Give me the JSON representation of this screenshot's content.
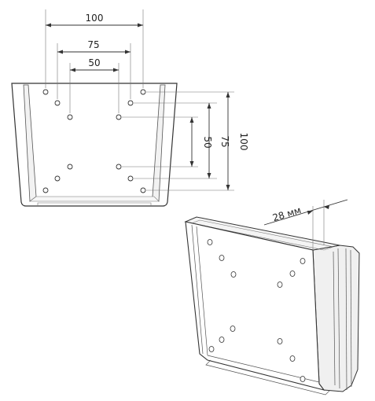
{
  "dimensions": {
    "horizontal": [
      "100",
      "75",
      "50"
    ],
    "vertical": [
      "50",
      "75",
      "100"
    ],
    "depth": "28 мм"
  },
  "colors": {
    "line": "#333333",
    "thin_line": "#777777",
    "plate_fill": "#ffffff",
    "shade": "#ececec",
    "hole_fill": "#e8e8e8"
  }
}
